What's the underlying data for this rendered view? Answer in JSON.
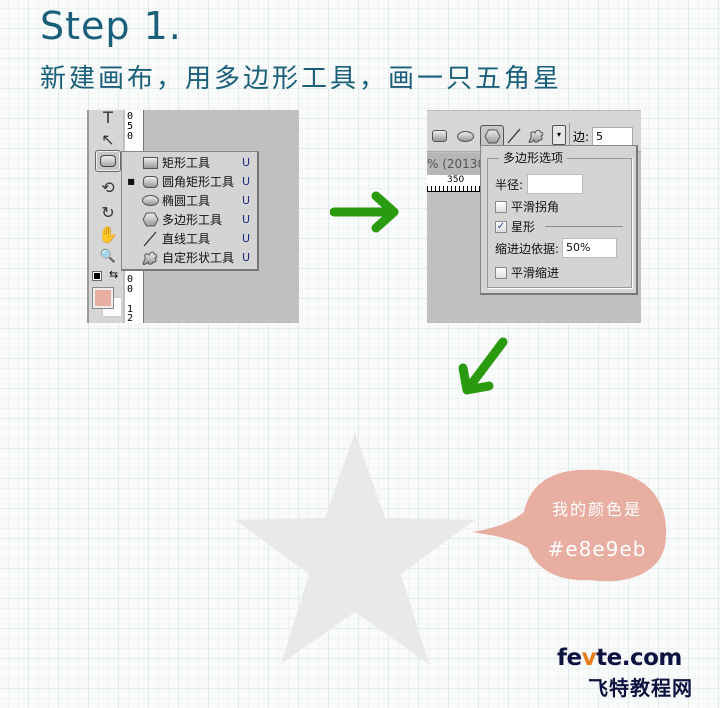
{
  "header": {
    "title": "Step 1.",
    "subtitle": "新建画布，用多边形工具，画一只五角星"
  },
  "panel1": {
    "ruler_top": [
      "0",
      "5",
      "0"
    ],
    "ruler_bottom": [
      "0",
      "0",
      "1",
      "2"
    ],
    "tools": [
      {
        "name": "type-tool",
        "glyph": "T"
      },
      {
        "name": "path-selection-tool",
        "glyph": "↖"
      },
      {
        "name": "shape-tool",
        "glyph": ""
      },
      {
        "name": "3d-rotate-tool",
        "glyph": "⟲"
      },
      {
        "name": "3d-orbit-tool",
        "glyph": "↻"
      },
      {
        "name": "hand-tool",
        "glyph": "✋"
      },
      {
        "name": "zoom-tool",
        "glyph": "🔍"
      }
    ],
    "foreground_color": "#e8aea2",
    "background_color": "#ffffff",
    "flyout": [
      {
        "label": "矩形工具",
        "key": "U",
        "icon": "rectangle-icon",
        "selected": false
      },
      {
        "label": "圆角矩形工具",
        "key": "U",
        "icon": "rounded-rectangle-icon",
        "selected": true
      },
      {
        "label": "椭圆工具",
        "key": "U",
        "icon": "ellipse-icon",
        "selected": false
      },
      {
        "label": "多边形工具",
        "key": "U",
        "icon": "polygon-icon",
        "selected": false
      },
      {
        "label": "直线工具",
        "key": "U",
        "icon": "line-icon",
        "selected": false
      },
      {
        "label": "自定形状工具",
        "key": "U",
        "icon": "custom-shape-icon",
        "selected": false
      }
    ],
    "selected_bullet": "■"
  },
  "panel2": {
    "sides_label": "边:",
    "sides_value": "5",
    "doc_tab": "% (20130",
    "ruler_label": "350",
    "dropdown_glyph": "▾",
    "dialog": {
      "title": "多边形选项",
      "radius_label": "半径:",
      "radius_value": "",
      "smooth_corners_label": "平滑拐角",
      "smooth_corners_checked": false,
      "star_label": "星形",
      "star_checked": true,
      "indent_label": "缩进边依据:",
      "indent_value": "50%",
      "smooth_indents_label": "平滑缩进",
      "smooth_indents_checked": false,
      "check_glyph": "✓"
    }
  },
  "colors": {
    "title": "#1a5f7a",
    "arrow": "#2a9b0f",
    "star": "#e8e9eb",
    "bubble": "#e8aea2",
    "logo_dark": "#0d1340",
    "logo_accent": "#e77d1a"
  },
  "bubble": {
    "line1": "我的颜色是",
    "line2": "#e8e9eb"
  },
  "logo": {
    "pre": "fe",
    "accent": "v",
    "post": "te.com",
    "bottom": "飞特教程网"
  }
}
